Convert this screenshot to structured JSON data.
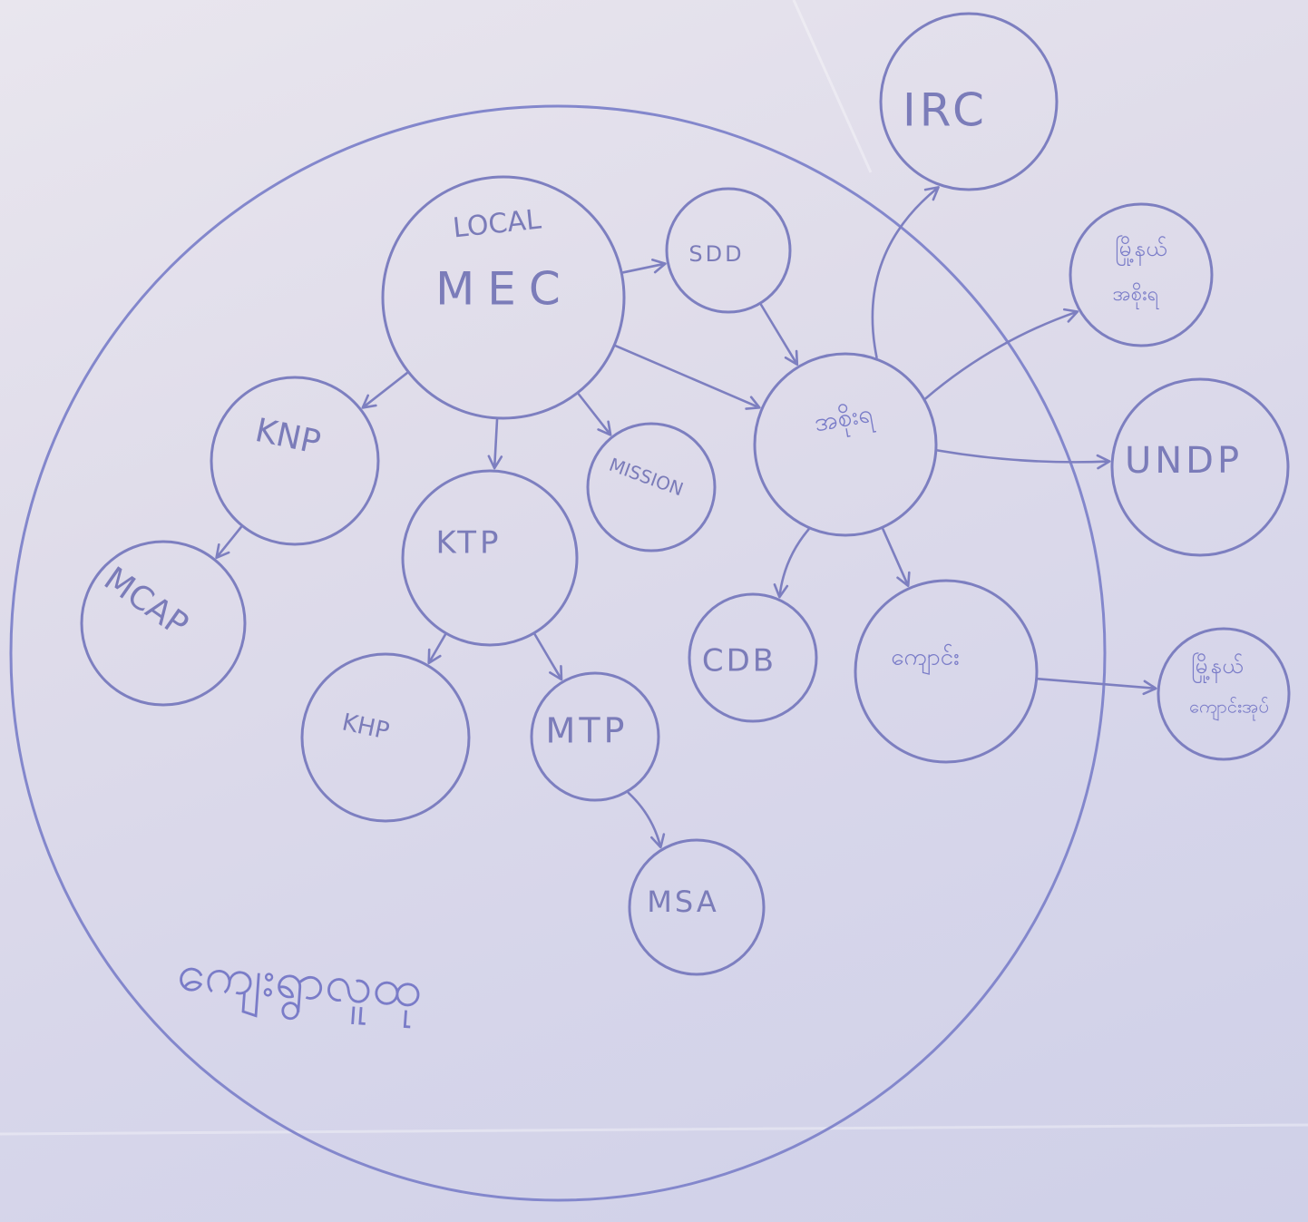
{
  "diagram": {
    "nodes": [
      {
        "id": "local-mec",
        "label": "LOCAL",
        "label2": "MEC"
      },
      {
        "id": "sdd",
        "label": "SDD"
      },
      {
        "id": "knp",
        "label": "KNP"
      },
      {
        "id": "ktp",
        "label": "KTP"
      },
      {
        "id": "mission",
        "label": "MISSION"
      },
      {
        "id": "mcap",
        "label": "MCAP"
      },
      {
        "id": "khp",
        "label": "KHP"
      },
      {
        "id": "mtp",
        "label": "MTP"
      },
      {
        "id": "msa",
        "label": "MSA"
      },
      {
        "id": "cdb",
        "label": "CDB"
      },
      {
        "id": "irc",
        "label": "IRC"
      },
      {
        "id": "undp",
        "label": "UNDP"
      },
      {
        "id": "hub",
        "label": "အစိုးရ"
      },
      {
        "id": "school",
        "label": "ကျောင်း"
      },
      {
        "id": "ext-top",
        "label": "မြို့နယ်",
        "label2": "အစိုးရ"
      },
      {
        "id": "ext-bottom",
        "label": "မြို့နယ်",
        "label2": "ကျောင်းအုပ်"
      }
    ],
    "edges": [
      {
        "from": "local-mec",
        "to": "sdd"
      },
      {
        "from": "local-mec",
        "to": "knp"
      },
      {
        "from": "local-mec",
        "to": "ktp"
      },
      {
        "from": "local-mec",
        "to": "mission"
      },
      {
        "from": "local-mec",
        "to": "hub"
      },
      {
        "from": "sdd",
        "to": "hub"
      },
      {
        "from": "knp",
        "to": "mcap"
      },
      {
        "from": "ktp",
        "to": "khp"
      },
      {
        "from": "ktp",
        "to": "mtp"
      },
      {
        "from": "mtp",
        "to": "msa"
      },
      {
        "from": "hub",
        "to": "irc"
      },
      {
        "from": "hub",
        "to": "ext-top"
      },
      {
        "from": "hub",
        "to": "undp"
      },
      {
        "from": "hub",
        "to": "cdb"
      },
      {
        "from": "hub",
        "to": "school"
      },
      {
        "from": "school",
        "to": "ext-bottom"
      }
    ],
    "boundary_label": "ကျေးရွာလူထု"
  }
}
